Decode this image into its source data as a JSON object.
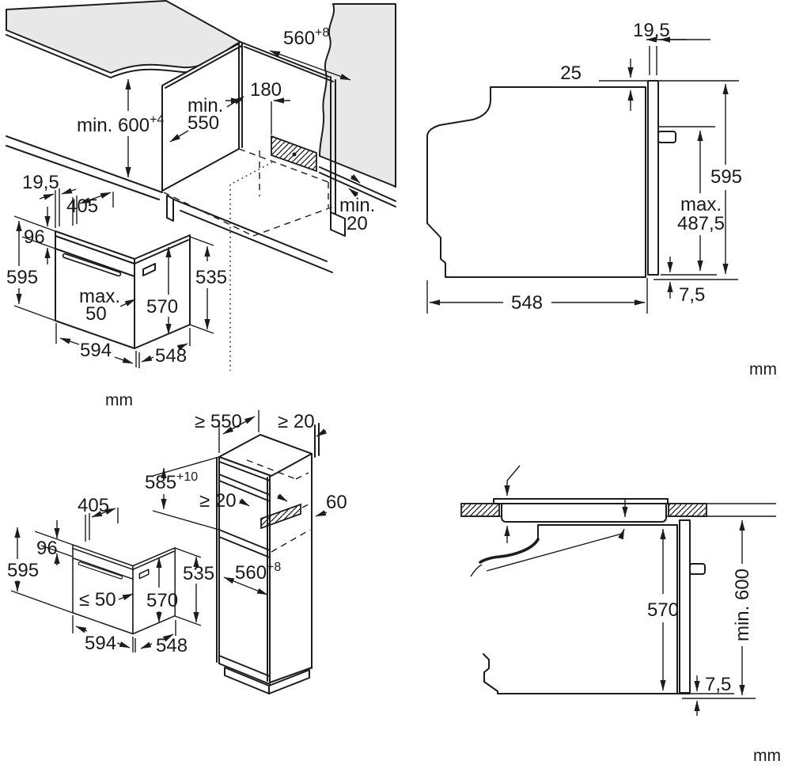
{
  "diagram_title": "built-in oven installation dimensions",
  "figures": {
    "top_left": {
      "unit": "mm",
      "labels": {
        "counter_height": "min. 600",
        "counter_height_sup": "+4",
        "niche_width": "560",
        "niche_width_sup": "+8",
        "niche_depth_1": "min.",
        "niche_depth_2": "550",
        "vent_offset": "180",
        "wall_gap_1": "min.",
        "wall_gap_2": "20",
        "door_thickness": "19,5",
        "top_depth": "405",
        "panel_height": "96",
        "total_height": "595",
        "cable_1": "max.",
        "cable_2": "50",
        "width": "594",
        "depth": "548",
        "front_height": "570",
        "body_height": "535"
      }
    },
    "top_right": {
      "unit": "mm",
      "labels": {
        "door_thickness": "19,5",
        "top_offset": "25",
        "total_height": "595",
        "recess_1": "max.",
        "recess_2": "487,5",
        "depth": "548",
        "base_offset": "7,5"
      }
    },
    "bottom_left": {
      "labels": {
        "cabinet_depth": "≥ 550",
        "wall_gap": "≥ 20",
        "niche_height": "585",
        "niche_height_sup": "+10",
        "vent_gap": "≥ 20",
        "vent_size": "60",
        "niche_width": "560",
        "niche_width_sup": "+8",
        "top_depth": "405",
        "panel_height": "96",
        "total_height": "595",
        "cable": "≤ 50",
        "front_height": "570",
        "body_height": "535",
        "width": "594",
        "depth": "548"
      }
    },
    "bottom_right": {
      "unit": "mm",
      "labels": {
        "oven_height": "570",
        "floor_clearance": "min. 600",
        "base_offset": "7,5"
      }
    }
  }
}
